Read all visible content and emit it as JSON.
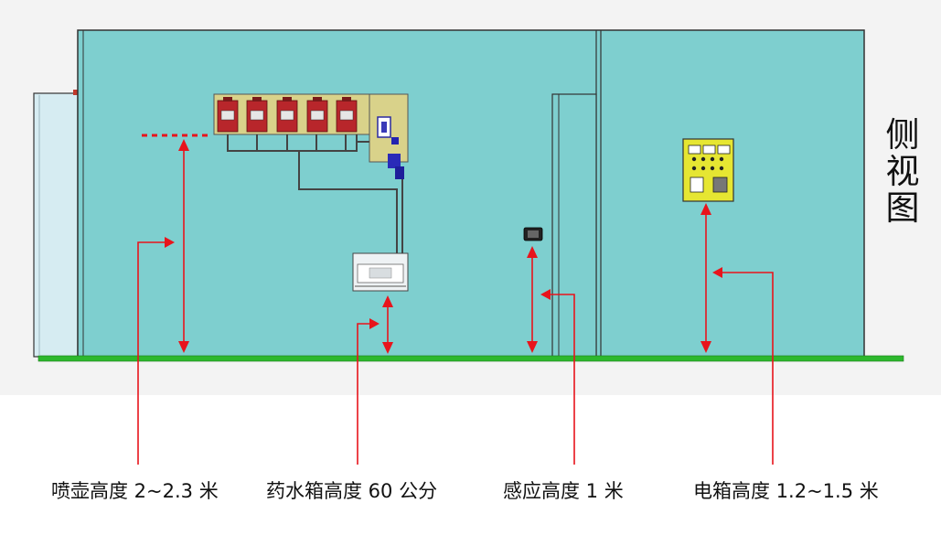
{
  "view_title": [
    "侧",
    "视",
    "图"
  ],
  "captions": {
    "sprayer_height": "喷壶高度 2~2.3 米",
    "tank_height": "药水箱高度 60 公分",
    "sensor_height": "感应高度 1 米",
    "control_box_height": "电箱高度 1.2~1.5 米"
  },
  "colors": {
    "room_fill": "#7ecfcf",
    "floor": "#2db82d",
    "annotation": "#e8141c",
    "panel": "#d9d28a",
    "pump": "#b8262b",
    "control_box": "#e6e632",
    "door": "#d6ecf2"
  },
  "icons": [
    "pump-icon",
    "valve-icon",
    "sensor-icon",
    "switch-icon"
  ]
}
